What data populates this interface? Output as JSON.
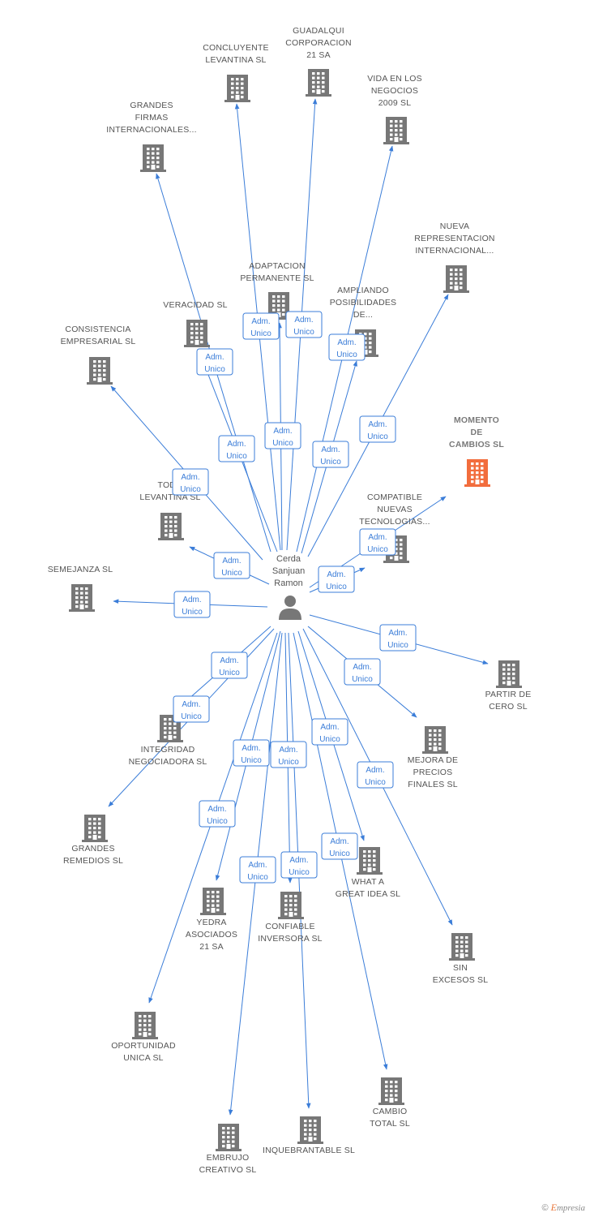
{
  "colors": {
    "edge": "#3b7dd8",
    "building": "#777777",
    "highlight_building": "#f26d3d",
    "text": "#555555"
  },
  "center": {
    "name_lines": [
      "Cerda",
      "Sanjuan",
      "Ramon"
    ],
    "icon": "person-icon"
  },
  "edge_label": [
    "Adm.",
    "Unico"
  ],
  "companies": [
    {
      "id": "concluyente-levantina",
      "lines": [
        "CONCLUYENTE",
        "LEVANTINA SL"
      ],
      "icon": "building-icon"
    },
    {
      "id": "guadalqui-corporacion",
      "lines": [
        "GUADALQUI",
        "CORPORACION",
        "21 SA"
      ],
      "icon": "building-icon"
    },
    {
      "id": "vida-en-los-negocios",
      "lines": [
        "VIDA EN LOS",
        "NEGOCIOS",
        "2009 SL"
      ],
      "icon": "building-icon"
    },
    {
      "id": "grandes-firmas",
      "lines": [
        "GRANDES",
        "FIRMAS",
        "INTERNACIONALES..."
      ],
      "icon": "building-icon"
    },
    {
      "id": "nueva-representacion",
      "lines": [
        "NUEVA",
        "REPRESENTACION",
        "INTERNACIONAL..."
      ],
      "icon": "building-icon"
    },
    {
      "id": "adaptacion-permanente",
      "lines": [
        "ADAPTACION",
        "PERMANENTE SL"
      ],
      "icon": "building-icon"
    },
    {
      "id": "ampliando-posibilidades",
      "lines": [
        "AMPLIANDO",
        "POSIBILIDADES",
        "DE..."
      ],
      "icon": "building-icon"
    },
    {
      "id": "veracidad",
      "lines": [
        "VERACIDAD SL"
      ],
      "icon": "building-icon"
    },
    {
      "id": "consistencia-empresarial",
      "lines": [
        "CONSISTENCIA",
        "EMPRESARIAL SL"
      ],
      "icon": "building-icon"
    },
    {
      "id": "momento-de-cambios",
      "lines": [
        "MOMENTO",
        "DE",
        "CAMBIOS SL"
      ],
      "icon": "building-icon",
      "highlight": true
    },
    {
      "id": "todo-levantina",
      "lines": [
        "TODO",
        "LEVANTINA SL"
      ],
      "icon": "building-icon"
    },
    {
      "id": "compatible-nuevas",
      "lines": [
        "COMPATIBLE",
        "NUEVAS",
        "TECNOLOGIAS..."
      ],
      "icon": "building-icon"
    },
    {
      "id": "semejanza",
      "lines": [
        "SEMEJANZA SL"
      ],
      "icon": "building-icon"
    },
    {
      "id": "partir-de-cero",
      "lines": [
        "PARTIR DE",
        "CERO SL"
      ],
      "icon": "building-icon"
    },
    {
      "id": "integridad-negociadora",
      "lines": [
        "INTEGRIDAD",
        "NEGOCIADORA SL"
      ],
      "icon": "building-icon"
    },
    {
      "id": "mejora-de-precios",
      "lines": [
        "MEJORA DE",
        "PRECIOS",
        "FINALES SL"
      ],
      "icon": "building-icon"
    },
    {
      "id": "grandes-remedios",
      "lines": [
        "GRANDES",
        "REMEDIOS SL"
      ],
      "icon": "building-icon"
    },
    {
      "id": "what-a-great-idea",
      "lines": [
        "WHAT A",
        "GREAT IDEA SL"
      ],
      "icon": "building-icon"
    },
    {
      "id": "yedra-asociados",
      "lines": [
        "YEDRA",
        "ASOCIADOS",
        "21 SA"
      ],
      "icon": "building-icon"
    },
    {
      "id": "confiable-inversora",
      "lines": [
        "CONFIABLE",
        "INVERSORA SL"
      ],
      "icon": "building-icon"
    },
    {
      "id": "sin-excesos",
      "lines": [
        "SIN",
        "EXCESOS SL"
      ],
      "icon": "building-icon"
    },
    {
      "id": "oportunidad-unica",
      "lines": [
        "OPORTUNIDAD",
        "UNICA SL"
      ],
      "icon": "building-icon"
    },
    {
      "id": "cambio-total",
      "lines": [
        "CAMBIO",
        "TOTAL SL"
      ],
      "icon": "building-icon"
    },
    {
      "id": "embrujo-creativo",
      "lines": [
        "EMBRUJO",
        "CREATIVO SL"
      ],
      "icon": "building-icon"
    },
    {
      "id": "inquebrantable",
      "lines": [
        "INQUEBRANTABLE SL"
      ],
      "icon": "building-icon"
    }
  ],
  "footer": {
    "copyright": "©",
    "brand_first": "E",
    "brand_rest": "mpresia"
  }
}
